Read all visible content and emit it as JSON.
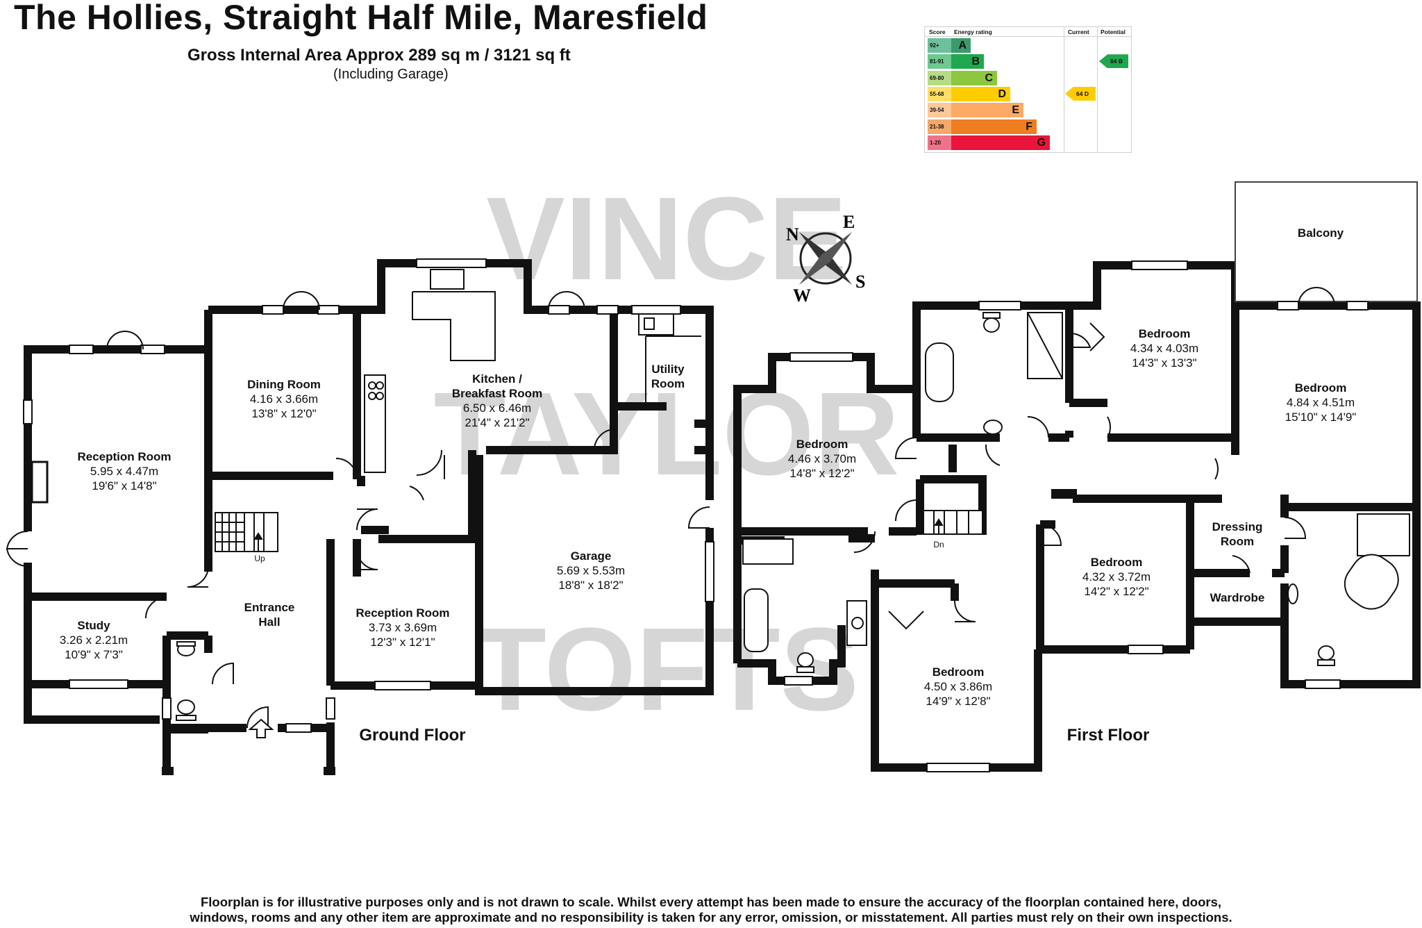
{
  "header": {
    "title": "The Hollies, Straight Half Mile, Maresfield",
    "area": "Gross Internal Area Approx 289 sq m / 3121 sq ft",
    "note": "(Including Garage)"
  },
  "watermark": [
    "VINCE",
    "TAYLOR",
    "TOFTS"
  ],
  "compass": {
    "n": "N",
    "e": "E",
    "s": "S",
    "w": "W"
  },
  "epc": {
    "headers": {
      "score": "Score",
      "rating": "Energy rating",
      "current": "Current",
      "potential": "Potential"
    },
    "bands": [
      {
        "score": "92+",
        "letter": "A",
        "color": "#3a9a6b",
        "scorebg": "#6cc09b"
      },
      {
        "score": "81-91",
        "letter": "B",
        "color": "#1fa84f",
        "scorebg": "#6dc98e"
      },
      {
        "score": "69-80",
        "letter": "C",
        "color": "#8dc63f",
        "scorebg": "#b5dc85"
      },
      {
        "score": "55-68",
        "letter": "D",
        "color": "#ffcc00",
        "scorebg": "#ffe066"
      },
      {
        "score": "39-54",
        "letter": "E",
        "color": "#fcaa65",
        "scorebg": "#fdc89a"
      },
      {
        "score": "21-38",
        "letter": "F",
        "color": "#ef7d22",
        "scorebg": "#f5a869"
      },
      {
        "score": "1-20",
        "letter": "G",
        "color": "#e9153b",
        "scorebg": "#f0728a"
      }
    ],
    "current": {
      "label": "64 D",
      "value": 64,
      "color": "#ffcc00"
    },
    "potential": {
      "label": "84 B",
      "value": 84,
      "color": "#1fa84f"
    }
  },
  "ground_floor": {
    "label": "Ground Floor",
    "rooms": {
      "reception1": {
        "name": "Reception Room",
        "metric": "5.95 x 4.47m",
        "imperial": "19'6\" x 14'8\""
      },
      "dining": {
        "name": "Dining Room",
        "metric": "4.16 x 3.66m",
        "imperial": "13'8\" x 12'0\""
      },
      "kitchen": {
        "name1": "Kitchen /",
        "name2": "Breakfast Room",
        "metric": "6.50 x 6.46m",
        "imperial": "21'4\" x 21'2\""
      },
      "utility": {
        "name1": "Utility",
        "name2": "Room"
      },
      "garage": {
        "name": "Garage",
        "metric": "5.69 x 5.53m",
        "imperial": "18'8\" x 18'2\""
      },
      "study": {
        "name": "Study",
        "metric": "3.26 x 2.21m",
        "imperial": "10'9\" x 7'3\""
      },
      "hall": {
        "name1": "Entrance",
        "name2": "Hall"
      },
      "reception2": {
        "name": "Reception Room",
        "metric": "3.73 x 3.69m",
        "imperial": "12'3\" x 12'1\""
      }
    },
    "stairs": "Up"
  },
  "first_floor": {
    "label": "First Floor",
    "rooms": {
      "bed_a": {
        "name": "Bedroom",
        "metric": "4.46 x 3.70m",
        "imperial": "14'8\" x 12'2\""
      },
      "bed_b": {
        "name": "Bedroom",
        "metric": "4.34 x 4.03m",
        "imperial": "14'3\" x 13'3\""
      },
      "bed_c": {
        "name": "Bedroom",
        "metric": "4.84 x 4.51m",
        "imperial": "15'10\" x 14'9\""
      },
      "bed_d": {
        "name": "Bedroom",
        "metric": "4.32 x 3.72m",
        "imperial": "14'2\" x 12'2\""
      },
      "bed_e": {
        "name": "Bedroom",
        "metric": "4.50 x 3.86m",
        "imperial": "14'9\" x 12'8\""
      },
      "balcony": {
        "name": "Balcony"
      },
      "dressing": {
        "name1": "Dressing",
        "name2": "Room"
      },
      "wardrobe": {
        "name": "Wardrobe"
      }
    },
    "stairs": "Dn"
  },
  "footer": {
    "line1": "Floorplan is for illustrative purposes only and is not drawn to scale. Whilst every attempt has been made to ensure the accuracy of the floorplan contained here, doors,",
    "line2": "windows, rooms  and any other item are approximate and no responsibility is taken for any error, omission, or misstatement. All parties must rely on their own inspections."
  }
}
